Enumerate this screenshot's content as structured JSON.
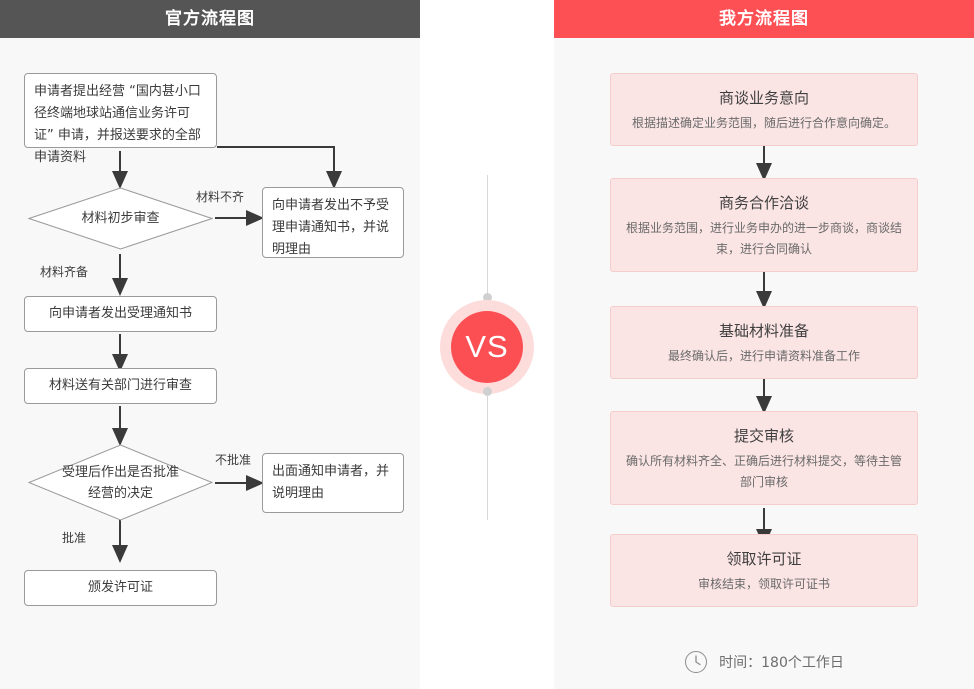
{
  "colors": {
    "left_header_bg": "#555555",
    "right_header_bg": "#fc5055",
    "panel_bg": "#f8f8f8",
    "right_box_bg": "#fbe4e4",
    "right_box_border": "#f6cdcd",
    "vs_badge": "#fb4f54",
    "vs_ring": "#fddcdc",
    "line": "#4a4a4a"
  },
  "left": {
    "header": "官方流程图",
    "nodes": {
      "apply": "申请者提出经营 “国内甚小口径终端地球站通信业务许可证” 申请，并报送要求的全部申请资料",
      "review": "材料初步审查",
      "reject_notice": "向申请者发出不予受理申请通知书，并说明理由",
      "accept_notice": "向申请者发出受理通知书",
      "send_dept": "材料送有关部门进行审查",
      "decision": "受理后作出是否批准经营的决定",
      "deny_notice": "出面通知申请者，并说明理由",
      "issue": "颁发许可证"
    },
    "edge_labels": {
      "incomplete": "材料不齐",
      "complete": "材料齐备",
      "not_approved": "不批准",
      "approved": "批准"
    }
  },
  "center": {
    "vs_label": "VS"
  },
  "right": {
    "header": "我方流程图",
    "steps": [
      {
        "title": "商谈业务意向",
        "desc": "根据描述确定业务范围，随后进行合作意向确定。"
      },
      {
        "title": "商务合作洽谈",
        "desc": "根据业务范围，进行业务申办的进一步商谈，商谈结束，进行合同确认"
      },
      {
        "title": "基础材料准备",
        "desc": "最终确认后，进行申请资料准备工作"
      },
      {
        "title": "提交审核",
        "desc": "确认所有材料齐全、正确后进行材料提交，等待主管部门审核"
      },
      {
        "title": "领取许可证",
        "desc": "审核结束，领取许可证书"
      }
    ],
    "footer": {
      "icon": "clock-icon",
      "text": "时间：180个工作日"
    }
  }
}
